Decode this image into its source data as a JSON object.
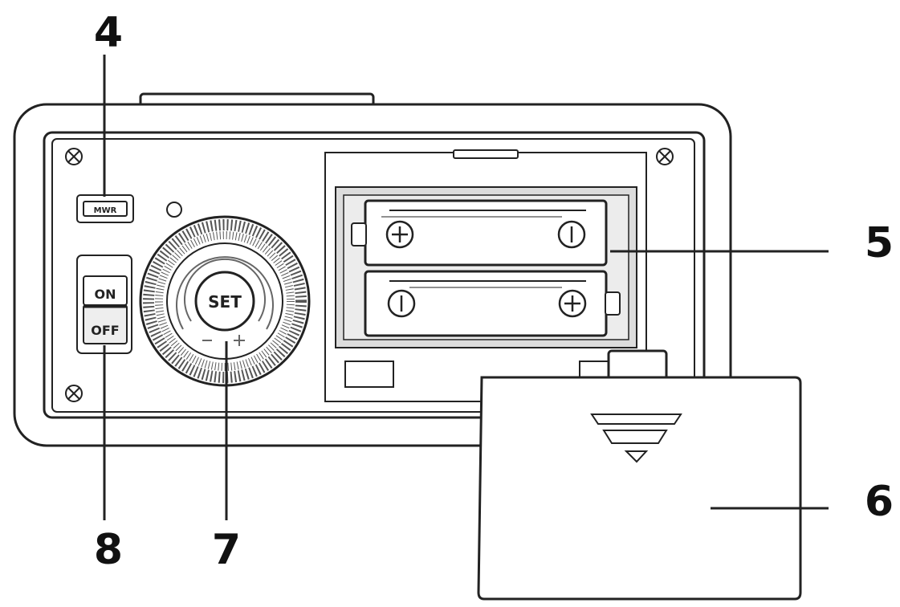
{
  "callouts": {
    "label_4": "4",
    "label_5": "5",
    "label_6": "6",
    "label_7": "7",
    "label_8": "8"
  },
  "device": {
    "small_button_text": "MWR",
    "power_switch": {
      "on_label": "ON",
      "off_label": "OFF"
    },
    "dial_center_label": "SET"
  },
  "colors": {
    "line": "#222222",
    "background": "#ffffff",
    "battery_bay": "#dcdcdc"
  },
  "icons": [
    "screw-icon",
    "plus-terminal-icon",
    "minus-terminal-icon",
    "arrow-down-icon",
    "minus-icon",
    "plus-icon"
  ]
}
